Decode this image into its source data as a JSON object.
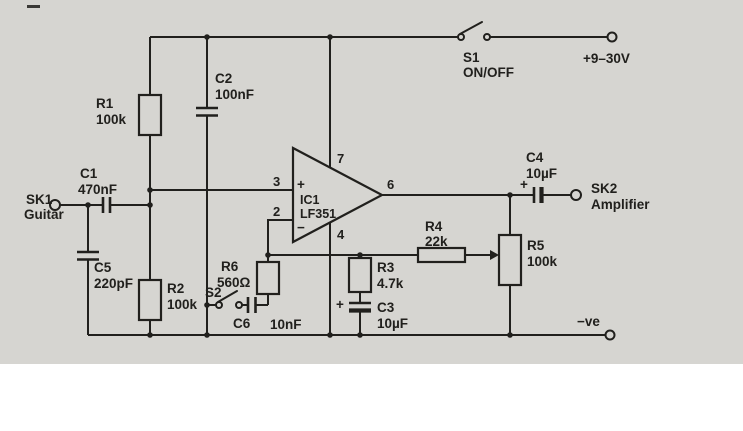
{
  "palette": {
    "paper": "#d6d5d1",
    "page_background": "#ffffff",
    "ink": "#21201d"
  },
  "power": {
    "supply": "+9–30V",
    "ground": "−ve"
  },
  "switches": {
    "s1": {
      "ref": "S1",
      "label": "ON/OFF"
    },
    "s2": {
      "ref": "S2"
    }
  },
  "sockets": {
    "sk1": {
      "ref": "SK1",
      "label": "Guitar"
    },
    "sk2": {
      "ref": "SK2",
      "label": "Amplifier"
    }
  },
  "ic": {
    "ref": "IC1",
    "part": "LF351",
    "pins": {
      "noninv": "3",
      "inv": "2",
      "vplus": "7",
      "vminus": "4",
      "out": "6"
    },
    "signs": {
      "plus": "+",
      "minus": "−"
    }
  },
  "resistors": {
    "r1": {
      "ref": "R1",
      "value": "100k"
    },
    "r2": {
      "ref": "R2",
      "value": "100k"
    },
    "r3": {
      "ref": "R3",
      "value": "4.7k"
    },
    "r4": {
      "ref": "R4",
      "value": "22k"
    },
    "r5": {
      "ref": "R5",
      "value": "100k"
    },
    "r6": {
      "ref": "R6",
      "value": "560Ω"
    }
  },
  "capacitors": {
    "c1": {
      "ref": "C1",
      "value": "470nF"
    },
    "c2": {
      "ref": "C2",
      "value": "100nF"
    },
    "c3": {
      "ref": "C3",
      "value": "10µF",
      "polarity": "+"
    },
    "c4": {
      "ref": "C4",
      "value": "10µF",
      "polarity": "+"
    },
    "c5": {
      "ref": "C5",
      "value": "220pF"
    },
    "c6": {
      "ref": "C6",
      "value": "10nF"
    }
  }
}
